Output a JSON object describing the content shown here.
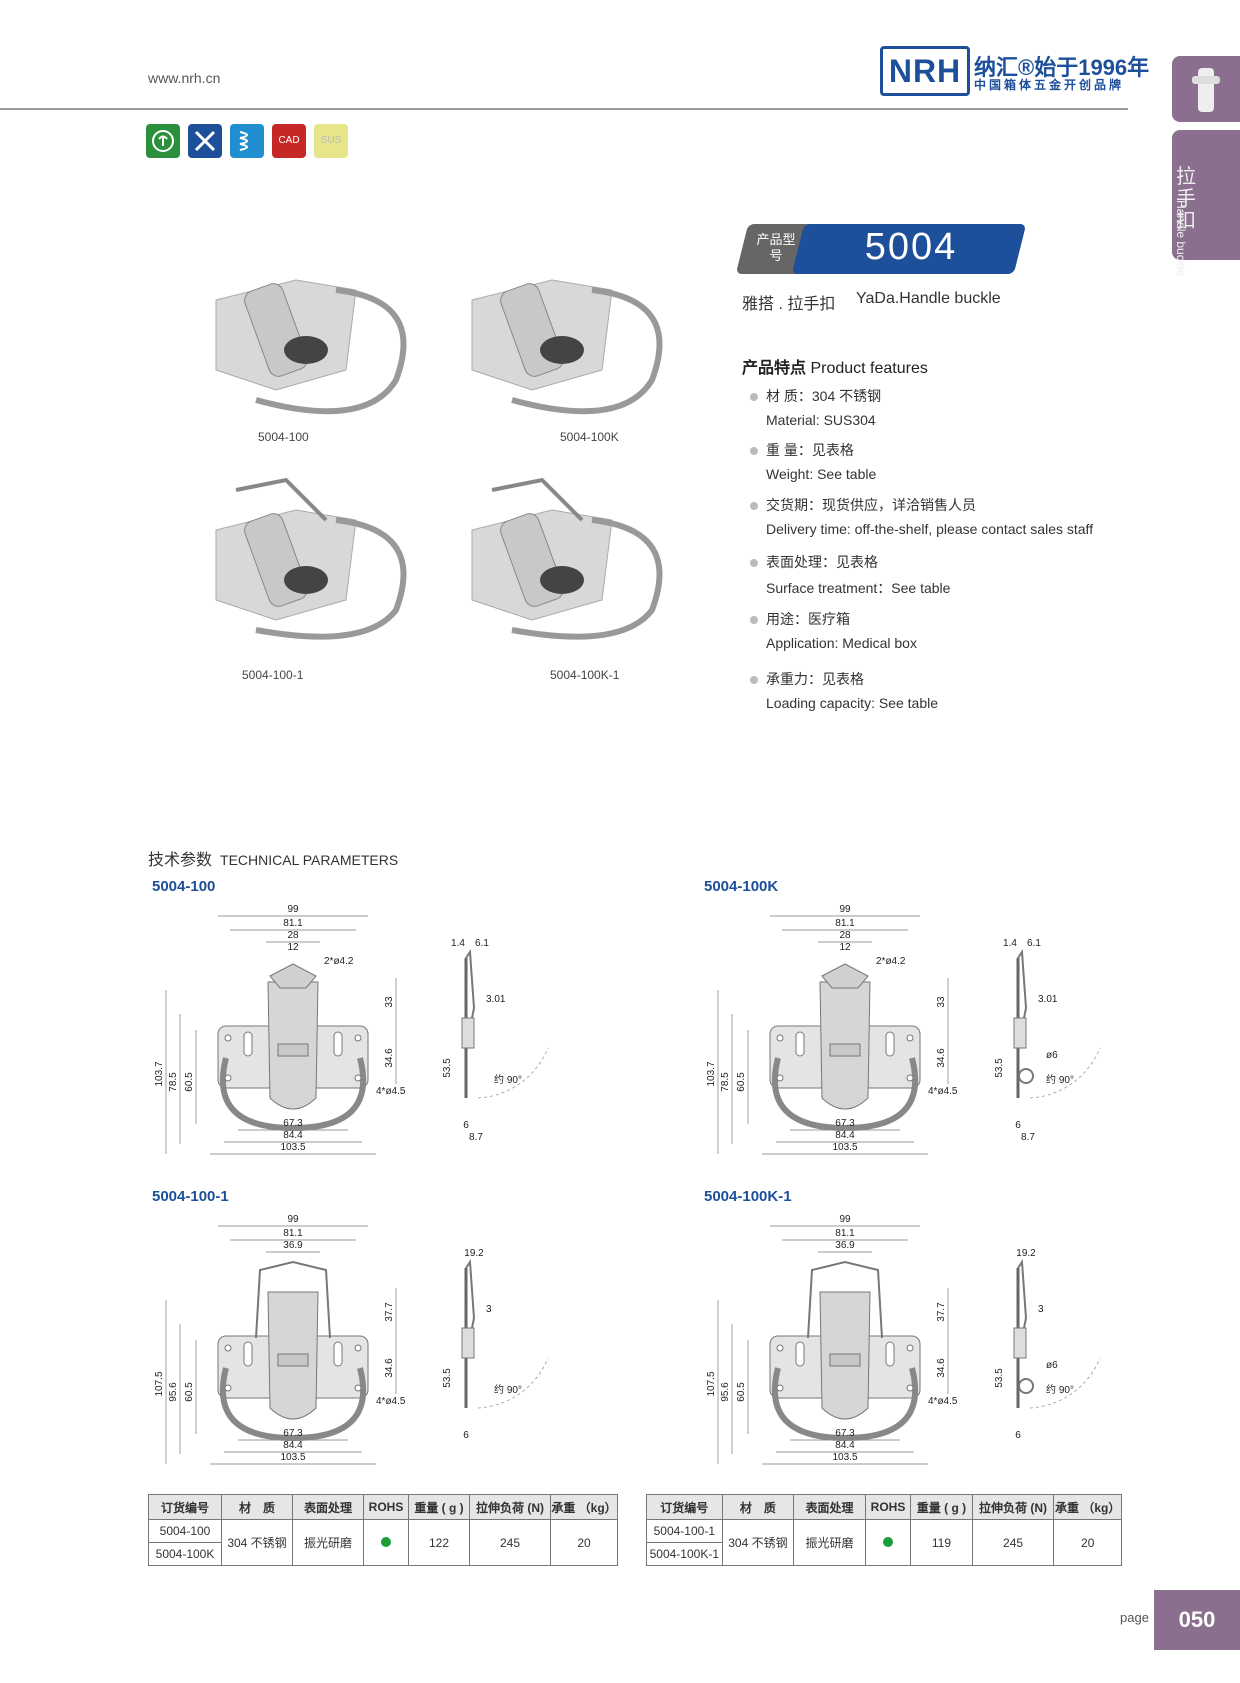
{
  "header": {
    "website": "www.nrh.cn",
    "logo": "NRH",
    "brand_line1": "纳汇®始于1996年",
    "brand_line2": "中国箱体五金开创品牌"
  },
  "side_tab": {
    "cn": "拉手扣",
    "en": "Handle buckle"
  },
  "cert_icons": [
    {
      "name": "eco-icon",
      "color": "#2c8f3c",
      "label": ""
    },
    {
      "name": "tools-icon",
      "color": "#1d4f9a",
      "label": ""
    },
    {
      "name": "spring-icon",
      "color": "#1f8fd1",
      "label": ""
    },
    {
      "name": "cad-icon",
      "color": "#c62828",
      "label": "CAD"
    },
    {
      "name": "sus-icon",
      "color": "#e6e58a",
      "label": "SUS"
    }
  ],
  "product": {
    "badge": "产品型号",
    "model": "5004",
    "name_cn": "雅搭 . 拉手扣",
    "name_en": "YaDa.Handle buckle"
  },
  "features": {
    "heading_cn": "产品特点",
    "heading_en": "Product features",
    "items": [
      {
        "cn": "材 质：304 不锈钢",
        "en": "Material: SUS304"
      },
      {
        "cn": "重 量：见表格",
        "en": "Weight: See table"
      },
      {
        "cn": "交货期：现货供应，详洽销售人员",
        "en": "Delivery time: off-the-shelf, please contact sales staff"
      },
      {
        "cn": "表面处理：见表格",
        "en": "Surface treatment：See table"
      },
      {
        "cn": "用途：医疗箱",
        "en": "Application: Medical box"
      },
      {
        "cn": "承重力：见表格",
        "en": "Loading capacity: See table"
      }
    ]
  },
  "photos": [
    {
      "label": "5004-100"
    },
    {
      "label": "5004-100K"
    },
    {
      "label": "5004-100-1"
    },
    {
      "label": "5004-100K-1"
    }
  ],
  "technical": {
    "title_cn": "技术参数",
    "title_en": "TECHNICAL PARAMETERS"
  },
  "drawings": [
    {
      "title": "5004-100",
      "top": [
        "99",
        "81.1",
        "28",
        "12"
      ],
      "hole": "2*ø4.2",
      "right": [
        "33",
        "34.6"
      ],
      "left": [
        "103.7",
        "78.5",
        "60.5"
      ],
      "screw": "4*ø4.5",
      "bottom": [
        "67.3",
        "84.4",
        "103.5"
      ],
      "side_top": [
        "1.4",
        "6.1"
      ],
      "side_mid": "3.01",
      "side_ring": "",
      "side_h": "53.5",
      "side_angle": "约 90°",
      "side_bottom": [
        "6",
        "8.7"
      ]
    },
    {
      "title": "5004-100K",
      "top": [
        "99",
        "81.1",
        "28",
        "12"
      ],
      "hole": "2*ø4.2",
      "right": [
        "33",
        "34.6"
      ],
      "left": [
        "103.7",
        "78.5",
        "60.5"
      ],
      "screw": "4*ø4.5",
      "bottom": [
        "67.3",
        "84.4",
        "103.5"
      ],
      "side_top": [
        "1.4",
        "6.1"
      ],
      "side_mid": "3.01",
      "side_ring": "ø6",
      "side_h": "53.5",
      "side_angle": "约 90°",
      "side_bottom": [
        "6",
        "8.7"
      ]
    },
    {
      "title": "5004-100-1",
      "top": [
        "99",
        "81.1",
        "36.9"
      ],
      "hole": "",
      "right": [
        "37.7",
        "34.6"
      ],
      "left": [
        "107.5",
        "95.6",
        "60.5"
      ],
      "screw": "4*ø4.5",
      "bottom": [
        "67.3",
        "84.4",
        "103.5"
      ],
      "side_top": [
        "19.2"
      ],
      "side_mid": "3",
      "side_ring": "",
      "side_h": "53.5",
      "side_angle": "约 90°",
      "side_bottom": [
        "6"
      ]
    },
    {
      "title": "5004-100K-1",
      "top": [
        "99",
        "81.1",
        "36.9"
      ],
      "hole": "",
      "right": [
        "37.7",
        "34.6"
      ],
      "left": [
        "107.5",
        "95.6",
        "60.5"
      ],
      "screw": "4*ø4.5",
      "bottom": [
        "67.3",
        "84.4",
        "103.5"
      ],
      "side_top": [
        "19.2"
      ],
      "side_mid": "3",
      "side_ring": "ø6",
      "side_h": "53.5",
      "side_angle": "约 90°",
      "side_bottom": [
        "6"
      ]
    }
  ],
  "tables": {
    "headers": [
      "订货编号",
      "材　质",
      "表面处理",
      "ROHS",
      "重量 ( g )",
      "拉伸负荷 (N)",
      "承重 （kg）"
    ],
    "left": {
      "codes": [
        "5004-100",
        "5004-100K"
      ],
      "material": "304 不锈钢",
      "surface": "振光研磨",
      "weight": "122",
      "tension": "245",
      "load": "20"
    },
    "right": {
      "codes": [
        "5004-100-1",
        "5004-100K-1"
      ],
      "material": "304 不锈钢",
      "surface": "振光研磨",
      "weight": "119",
      "tension": "245",
      "load": "20"
    }
  },
  "page": {
    "label": "page",
    "number": "050"
  }
}
